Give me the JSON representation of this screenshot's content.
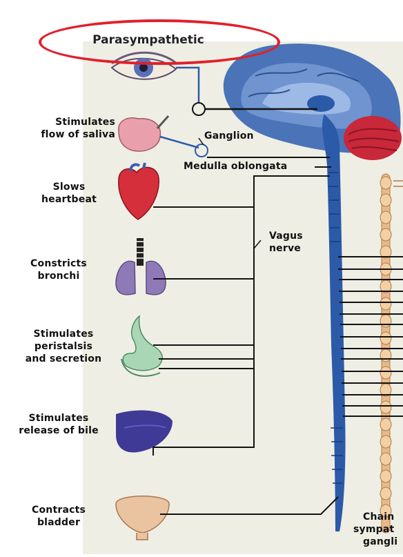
{
  "title": "Parasympathetic",
  "labels": {
    "saliva": [
      "Stimulates",
      "flow of saliva"
    ],
    "heart": [
      "Slows",
      "heartbeat"
    ],
    "bronchi": [
      "Constricts",
      "bronchi"
    ],
    "digestion": [
      "Stimulates",
      "peristalsis",
      "and secretion"
    ],
    "bile": [
      "Stimulates",
      "release of bile"
    ],
    "bladder": [
      "Contracts",
      "bladder"
    ],
    "ganglion": "Ganglion",
    "medulla": "Medulla oblongata",
    "vagus": [
      "Vagus",
      "nerve"
    ],
    "chain": [
      "Chain",
      "sympat",
      "gangli"
    ]
  },
  "colors": {
    "highlight": "#e0202a",
    "nerve_blue": "#2b5aa8",
    "brain_blue": "#4a73b8",
    "cerebellum": "#c8283a",
    "chain_tan": "#e8b98a",
    "background_tint": "#efeee4"
  }
}
